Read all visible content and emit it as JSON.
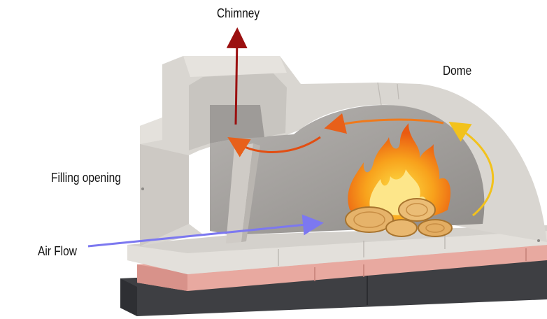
{
  "labels": {
    "chimney": "Chimney",
    "dome": "Dome",
    "filling_opening": "Filling opening",
    "air_flow": "Air Flow"
  },
  "colors": {
    "background": "#ffffff",
    "concrete": "#d9d6d1",
    "concrete_shade": "#c3bfba",
    "interior": "#a9a6a3",
    "insulation": "#e8a9a0",
    "base_slab": "#4a4b4f",
    "chimney_arrow": "#9b1010",
    "hot_air_arrow": "#e8601a",
    "rising_air_arrow": "#f2c21c",
    "air_flow_arrow": "#7c78f0",
    "flame_outer": "#f29a18",
    "flame_inner": "#fde047",
    "wood": "#e6b36a"
  },
  "icons": [
    "oven-cutaway",
    "fire-icon",
    "wood-logs-icon"
  ]
}
